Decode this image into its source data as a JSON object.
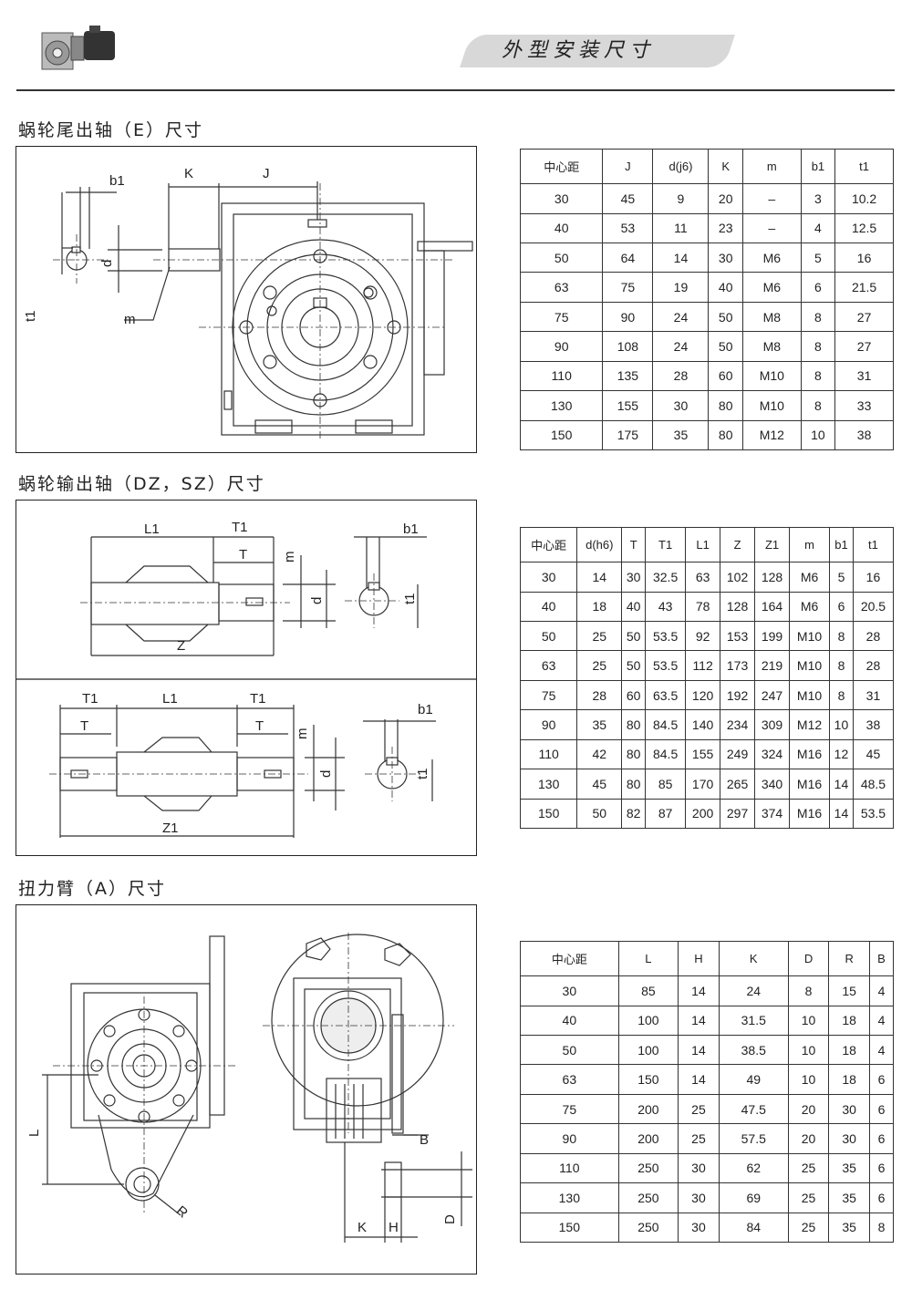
{
  "header": {
    "banner": "外型安装尺寸"
  },
  "sections": {
    "e": {
      "title": "蜗轮尾出轴（E）尺寸"
    },
    "dz": {
      "title": "蜗轮输出轴（DZ，SZ）尺寸"
    },
    "a": {
      "title": "扭力臂（A）尺寸"
    }
  },
  "labels": {
    "e": {
      "b1": "b1",
      "K": "K",
      "J": "J",
      "d": "d",
      "t1": "t1",
      "m": "m"
    },
    "dz": {
      "L1": "L1",
      "T1": "T1",
      "T": "T",
      "m": "m",
      "d": "d",
      "b1": "b1",
      "t1": "t1",
      "Z": "Z"
    },
    "sz": {
      "T1a": "T1",
      "L1": "L1",
      "T1b": "T1",
      "Ta": "T",
      "Tb": "T",
      "m": "m",
      "d": "d",
      "b1": "b1",
      "t1": "t1",
      "Z1": "Z1"
    },
    "a": {
      "L": "L",
      "R": "R",
      "B": "B",
      "D": "D",
      "K": "K",
      "H": "H"
    }
  },
  "table_e": {
    "headers": [
      "中心距",
      "J",
      "d(j6)",
      "K",
      "m",
      "b1",
      "t1"
    ],
    "rows": [
      [
        "30",
        "45",
        "9",
        "20",
        "–",
        "3",
        "10.2"
      ],
      [
        "40",
        "53",
        "11",
        "23",
        "–",
        "4",
        "12.5"
      ],
      [
        "50",
        "64",
        "14",
        "30",
        "M6",
        "5",
        "16"
      ],
      [
        "63",
        "75",
        "19",
        "40",
        "M6",
        "6",
        "21.5"
      ],
      [
        "75",
        "90",
        "24",
        "50",
        "M8",
        "8",
        "27"
      ],
      [
        "90",
        "108",
        "24",
        "50",
        "M8",
        "8",
        "27"
      ],
      [
        "110",
        "135",
        "28",
        "60",
        "M10",
        "8",
        "31"
      ],
      [
        "130",
        "155",
        "30",
        "80",
        "M10",
        "8",
        "33"
      ],
      [
        "150",
        "175",
        "35",
        "80",
        "M12",
        "10",
        "38"
      ]
    ]
  },
  "table_dz": {
    "headers": [
      "中心距",
      "d(h6)",
      "T",
      "T1",
      "L1",
      "Z",
      "Z1",
      "m",
      "b1",
      "t1"
    ],
    "rows": [
      [
        "30",
        "14",
        "30",
        "32.5",
        "63",
        "102",
        "128",
        "M6",
        "5",
        "16"
      ],
      [
        "40",
        "18",
        "40",
        "43",
        "78",
        "128",
        "164",
        "M6",
        "6",
        "20.5"
      ],
      [
        "50",
        "25",
        "50",
        "53.5",
        "92",
        "153",
        "199",
        "M10",
        "8",
        "28"
      ],
      [
        "63",
        "25",
        "50",
        "53.5",
        "112",
        "173",
        "219",
        "M10",
        "8",
        "28"
      ],
      [
        "75",
        "28",
        "60",
        "63.5",
        "120",
        "192",
        "247",
        "M10",
        "8",
        "31"
      ],
      [
        "90",
        "35",
        "80",
        "84.5",
        "140",
        "234",
        "309",
        "M12",
        "10",
        "38"
      ],
      [
        "110",
        "42",
        "80",
        "84.5",
        "155",
        "249",
        "324",
        "M16",
        "12",
        "45"
      ],
      [
        "130",
        "45",
        "80",
        "85",
        "170",
        "265",
        "340",
        "M16",
        "14",
        "48.5"
      ],
      [
        "150",
        "50",
        "82",
        "87",
        "200",
        "297",
        "374",
        "M16",
        "14",
        "53.5"
      ]
    ]
  },
  "table_a": {
    "headers": [
      "中心距",
      "L",
      "H",
      "K",
      "D",
      "R",
      "B"
    ],
    "rows": [
      [
        "30",
        "85",
        "14",
        "24",
        "8",
        "15",
        "4"
      ],
      [
        "40",
        "100",
        "14",
        "31.5",
        "10",
        "18",
        "4"
      ],
      [
        "50",
        "100",
        "14",
        "38.5",
        "10",
        "18",
        "4"
      ],
      [
        "63",
        "150",
        "14",
        "49",
        "10",
        "18",
        "6"
      ],
      [
        "75",
        "200",
        "25",
        "47.5",
        "20",
        "30",
        "6"
      ],
      [
        "90",
        "200",
        "25",
        "57.5",
        "20",
        "30",
        "6"
      ],
      [
        "110",
        "250",
        "30",
        "62",
        "25",
        "35",
        "6"
      ],
      [
        "130",
        "250",
        "30",
        "69",
        "25",
        "35",
        "6"
      ],
      [
        "150",
        "250",
        "30",
        "84",
        "25",
        "35",
        "8"
      ]
    ]
  }
}
